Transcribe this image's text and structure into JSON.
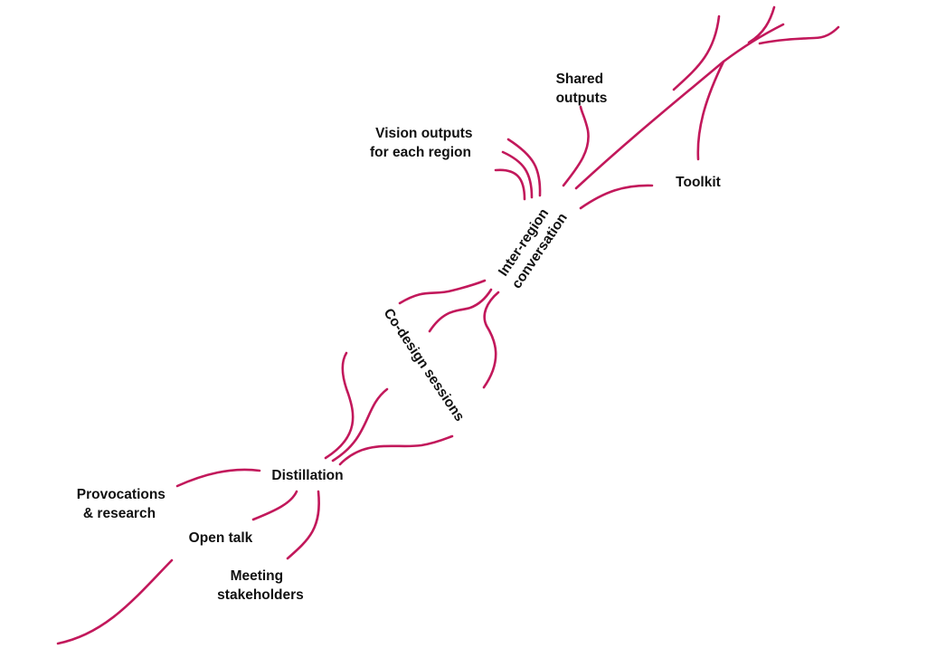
{
  "diagram": {
    "line_color": "#c2185b",
    "text_color": "#111111",
    "labels": {
      "provocations_line1": "Provocations",
      "provocations_line2": "& research",
      "open_talk": "Open talk",
      "meeting_line1": "Meeting",
      "meeting_line2": "stakeholders",
      "distillation": "Distillation",
      "codesign": "Co-design sessions",
      "interregion_line1": "Inter-region",
      "interregion_line2": "conversation",
      "vision_line1": "Vision outputs",
      "vision_line2": "for each region",
      "shared_line1": "Shared",
      "shared_line2": "outputs",
      "toolkit": "Toolkit"
    }
  }
}
